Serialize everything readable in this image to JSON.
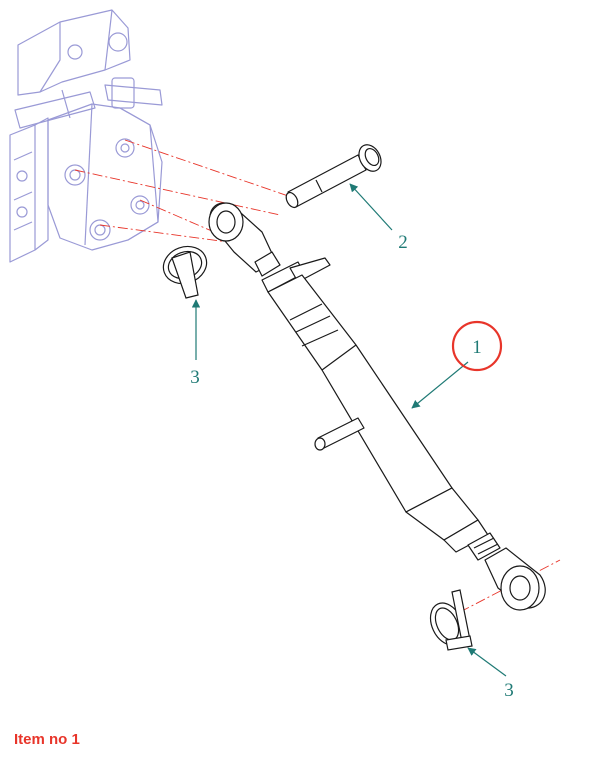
{
  "diagram": {
    "callouts": {
      "item1": "1",
      "item2": "2",
      "item3_left": "3",
      "item3_right": "3"
    },
    "colors": {
      "callout": "#1f7a75",
      "highlight_circle": "#e8352a",
      "centerline": "#e8352a",
      "bracket_ghost": "#9a9ad6",
      "part_outline": "#1a1a1a"
    },
    "highlighted_item": "1"
  },
  "caption": {
    "text": "Item no 1",
    "color": "#e8352a"
  }
}
